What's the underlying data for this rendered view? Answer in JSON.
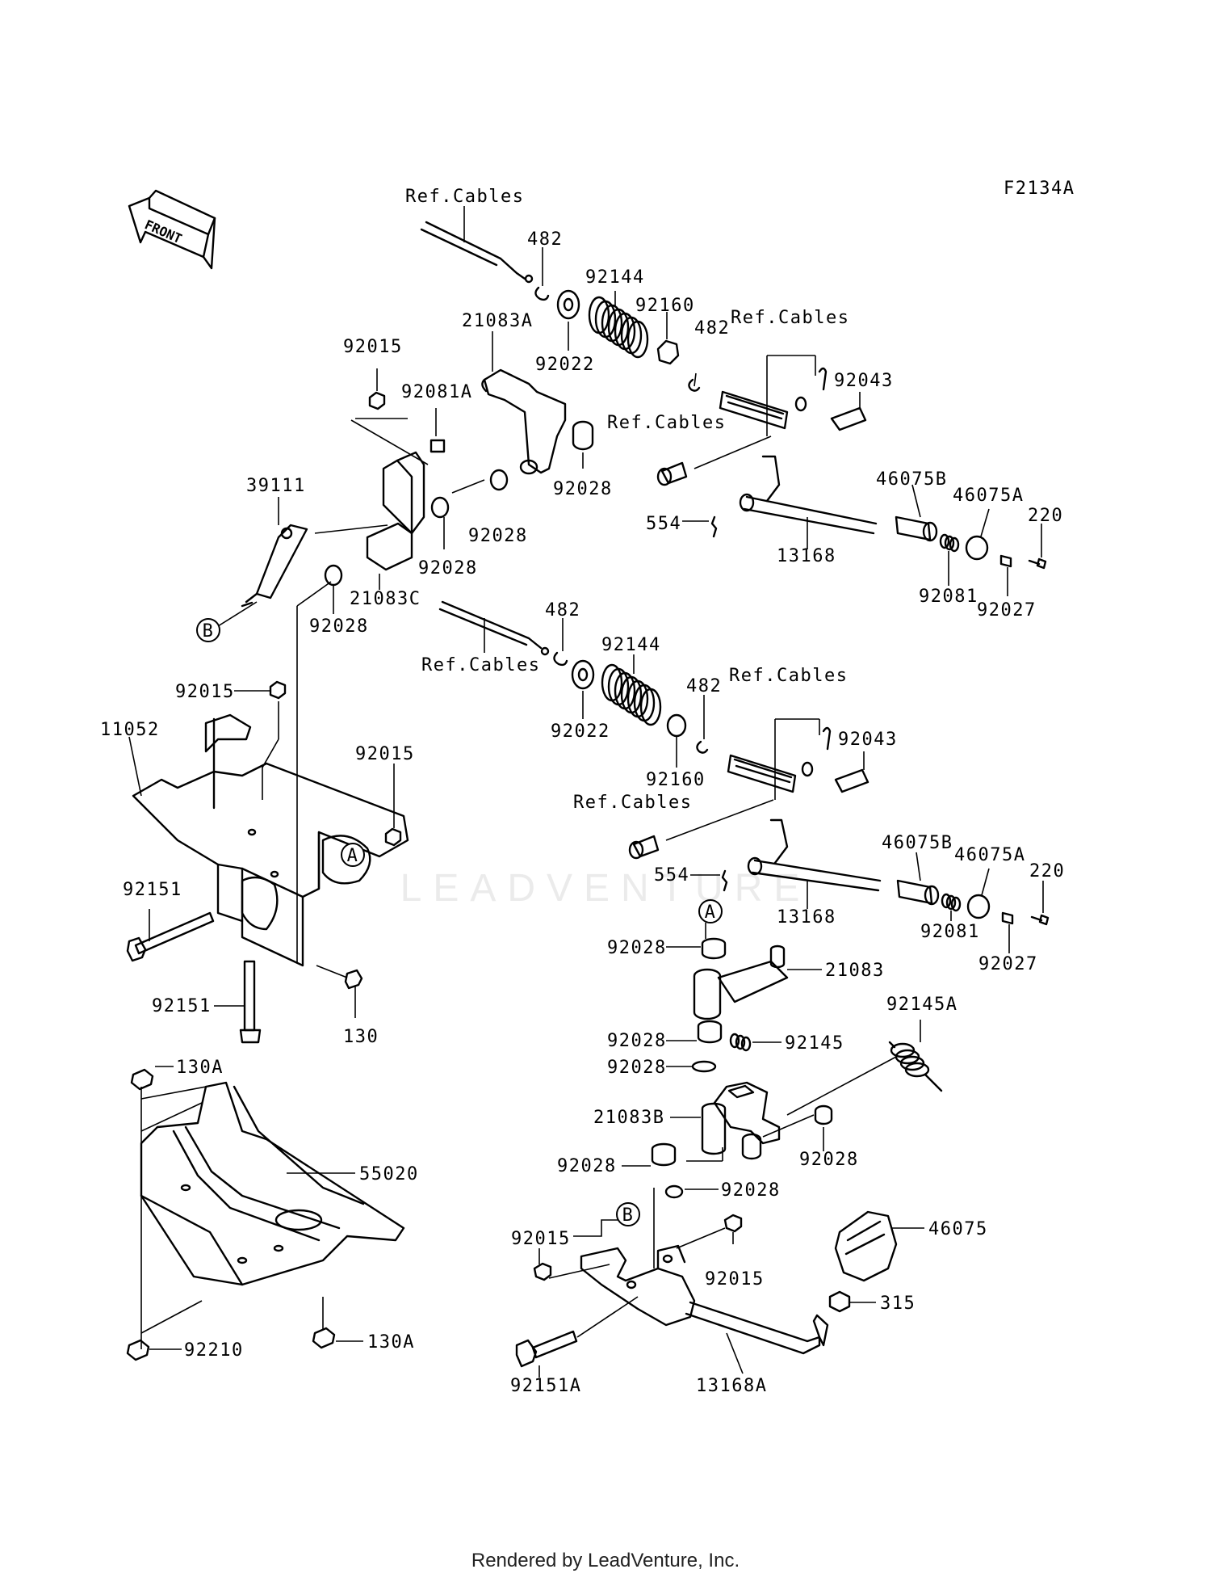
{
  "diagram_code": "F2134A",
  "front_label": "FRONT",
  "footer": "Rendered by LeadVenture, Inc.",
  "watermark": "LEADVENTURE",
  "callouts": {
    "ref_cables_1": "Ref.Cables",
    "ref_cables_2": "Ref.Cables",
    "ref_cables_3": "Ref.Cables",
    "ref_cables_4": "Ref.Cables",
    "ref_cables_5": "Ref.Cables",
    "ref_cables_6": "Ref.Cables",
    "p482_1": "482",
    "p482_2": "482",
    "p482_3": "482",
    "p482_4": "482",
    "p92144_1": "92144",
    "p92144_2": "92144",
    "p92160_1": "92160",
    "p92160_2": "92160",
    "p92022_1": "92022",
    "p92022_2": "92022",
    "p21083A": "21083A",
    "p92015_1": "92015",
    "p92015_2": "92015",
    "p92015_3": "92015",
    "p92015_4": "92015",
    "p92015_5": "92015",
    "p92081A": "92081A",
    "p92043_1": "92043",
    "p92043_2": "92043",
    "p39111": "39111",
    "p92028_1": "92028",
    "p92028_2": "92028",
    "p92028_3": "92028",
    "p92028_4": "92028",
    "p92028_5": "92028",
    "p92028_6": "92028",
    "p92028_7": "92028",
    "p92028_8": "92028",
    "p92028_9": "92028",
    "p92028_10": "92028",
    "p46075B_1": "46075B",
    "p46075B_2": "46075B",
    "p46075A_1": "46075A",
    "p46075A_2": "46075A",
    "p220_1": "220",
    "p220_2": "220",
    "p554_1": "554",
    "p554_2": "554",
    "p13168_1": "13168",
    "p13168_2": "13168",
    "p92081_1": "92081",
    "p92081_2": "92081",
    "p92027_1": "92027",
    "p92027_2": "92027",
    "p21083C": "21083C",
    "p11052": "11052",
    "p92151_1": "92151",
    "p92151_2": "92151",
    "p130": "130",
    "p130A_1": "130A",
    "p130A_2": "130A",
    "p55020": "55020",
    "p92210": "92210",
    "p21083": "21083",
    "p92145": "92145",
    "p92145A": "92145A",
    "p21083B": "21083B",
    "p46075": "46075",
    "p315": "315",
    "p92151A": "92151A",
    "p13168A": "13168A",
    "ref_A": "A",
    "ref_B": "B"
  }
}
